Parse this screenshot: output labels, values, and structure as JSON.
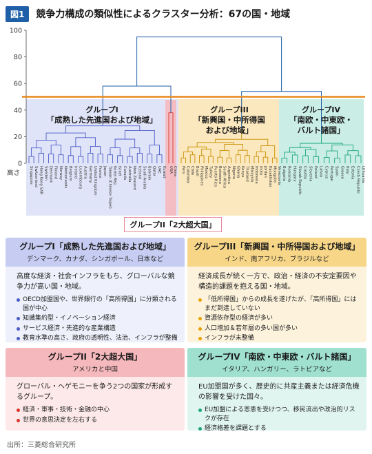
{
  "header": {
    "figure_label": "図1",
    "title": "競争力構成の類似性によるクラスター分析：67の国・地域"
  },
  "chart_data": {
    "type": "dendrogram",
    "ylabel": "高さ",
    "yticks": [
      0,
      20,
      40,
      60,
      80,
      100
    ],
    "ylim": [
      0,
      100
    ],
    "cut_height": 50,
    "cut_color": "#e8891c",
    "groups": [
      {
        "key": "g1",
        "label_line1": "グループI",
        "label_line2": "「成熟した先進国および地域」",
        "color": "#c7cdf2",
        "line_color": "#4a5bc9",
        "leaves": [
          "Singapore",
          "Switzerland",
          "Hong Kong SAR",
          "Sweden",
          "Denmark",
          "Finland",
          "Norway",
          "Netherlands",
          "Belgium",
          "Ireland",
          "Luxembourg",
          "Austria",
          "Germany",
          "United Kingdom",
          "France",
          "Japan",
          "Taiwan (Chinese Taipei)",
          "Korea Rep.",
          "Israel",
          "Canada",
          "Australia",
          "New Zealand",
          "Iceland",
          "Saudi Arabia",
          "Bahrain",
          "Qatar",
          "UAE",
          "Kuwait"
        ]
      },
      {
        "key": "g2",
        "label_line1": "グループII",
        "label_line2": "「2大超大国」",
        "color": "#f5b8bc",
        "line_color": "#d9342b",
        "leaves": [
          "USA",
          "China"
        ]
      },
      {
        "key": "g3",
        "label_line1": "グループIII",
        "label_line2": "「新興国・中所得国",
        "label_line3": "および地域」",
        "color": "#f7d688",
        "line_color": "#c98f00",
        "leaves": [
          "Peru",
          "Colombia",
          "Chile",
          "Brazil",
          "Philippines",
          "Mexico",
          "Turkey",
          "Puerto Rico",
          "Botswana",
          "South Africa",
          "Argentina",
          "Nigeria",
          "Ghana",
          "Kenya",
          "Thailand",
          "Malaysia",
          "Indonesia",
          "India",
          "Jordan",
          "Kazakhstan",
          "Mongolia",
          "Venezuela"
        ]
      },
      {
        "key": "g4",
        "label_line1": "グループIV",
        "label_line2": "「南欧・中東欧・",
        "label_line3": "バルト諸国」",
        "color": "#9fe0cf",
        "line_color": "#1aa57c",
        "leaves": [
          "Bulgaria",
          "Romania",
          "Hungary",
          "Slovak Republic",
          "Croatia",
          "Slovenia",
          "Poland",
          "Latvia",
          "Cyprus",
          "Portugal",
          "Spain",
          "Greece",
          "Italy",
          "Estonia",
          "Czech Republic",
          "Lithuania"
        ]
      }
    ]
  },
  "callout": {
    "label": "グループII「2大超大国」"
  },
  "boxes": {
    "g1": {
      "title": "グループI「成熟した先進国および地域」",
      "subtitle": "デンマーク、カナダ、シンガポール、日本など",
      "lead": "高度な経済・社会インフラをもち、グローバルな競争力が高い国・地域。",
      "items": [
        "OECD加盟国や、世界銀行の「高所得国」に分類される国が中心",
        "知識集約型・イノベーション経済",
        "サービス経済・先進的な産業構造",
        "教育水準の高さ、政府の透明性、法治、インフラが整備"
      ]
    },
    "g3": {
      "title": "グループIII「新興国・中所得国および地域」",
      "subtitle": "インド、南アフリカ、ブラジルなど",
      "lead": "経済成長が続く一方で、政治・経済の不安定要因や構造的課題を抱える国・地域。",
      "items": [
        "「低所得国」からの成長を遂げたが、「高所得国」にはまだ到達していない",
        "資源依存型の経済が多い",
        "人口増加＆若年層の多い国が多い",
        "インフラが未整備"
      ]
    },
    "g2": {
      "title": "グループII「2大超大国」",
      "subtitle": "アメリカと中国",
      "lead": "グローバル・ヘゲモニーを争う2つの国家が形成するグループ。",
      "items": [
        "経済・軍事・技術・金融の中心",
        "世界の意思決定を左右する"
      ]
    },
    "g4": {
      "title": "グループIV「南欧・中東欧・バルト諸国」",
      "subtitle": "イタリア、ハンガリー、ラトビアなど",
      "lead": "EU加盟国が多く、歴史的に共産主義または経済危機の影響を受けた国々。",
      "items": [
        "EU加盟による恩恵を受けつつ、移民流出や政治的リスクが存在",
        "経済格差を課題とする"
      ]
    }
  },
  "source": "出所：三菱総合研究所"
}
